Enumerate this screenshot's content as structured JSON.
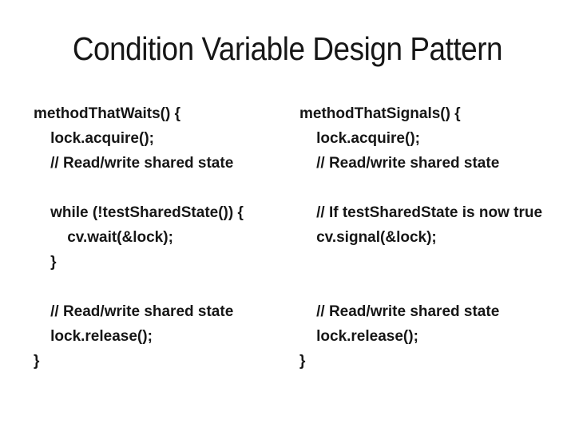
{
  "slide": {
    "title": "Condition Variable Design Pattern"
  },
  "code_columns": {
    "waits": {
      "lines": [
        "methodThatWaits() {",
        "    lock.acquire();",
        "    // Read/write shared state",
        "",
        "    while (!testSharedState()) {",
        "        cv.wait(&lock);",
        "    }",
        "",
        "    // Read/write shared state",
        "    lock.release();",
        "}"
      ]
    },
    "signals": {
      "lines": [
        "methodThatSignals() {",
        "    lock.acquire();",
        "    // Read/write shared state",
        "",
        "    // If testSharedState is now true",
        "    cv.signal(&lock);",
        "",
        "",
        "    // Read/write shared state",
        "    lock.release();",
        "}"
      ]
    }
  },
  "colors": {
    "background": "#ffffff",
    "text": "#161616"
  }
}
